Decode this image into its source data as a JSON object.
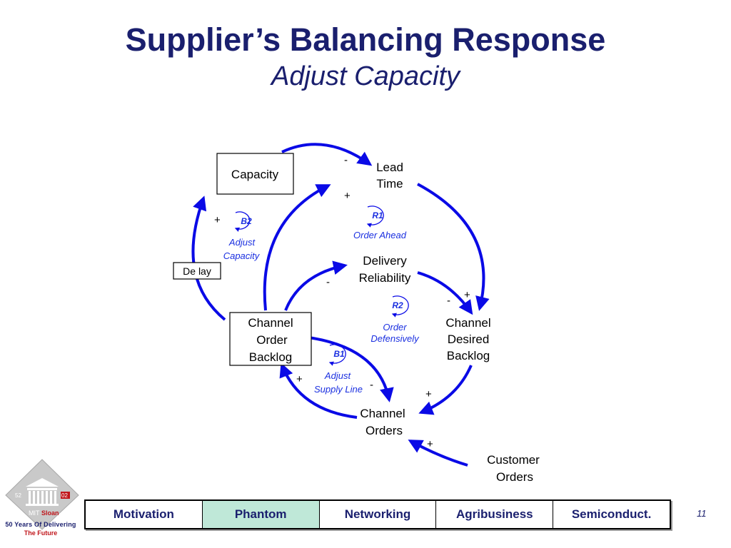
{
  "slide": {
    "title": "Supplier’s Balancing Response",
    "subtitle": "Adjust Capacity",
    "page_number": "11"
  },
  "diagram": {
    "nodes": {
      "capacity": "Capacity",
      "lead_time": [
        "Lead",
        "Time"
      ],
      "delivery_reliability": [
        "Delivery",
        "Reliability"
      ],
      "channel_desired_backlog": [
        "Channel",
        "Desired",
        "Backlog"
      ],
      "channel_order_backlog": [
        "Channel",
        "Order",
        "Backlog"
      ],
      "channel_orders": [
        "Channel",
        "Orders"
      ],
      "customer_orders": [
        "Customer",
        "Orders"
      ],
      "delay": "De lay"
    },
    "loops": {
      "b2": {
        "id": "B2",
        "label": [
          "Adjust",
          "Capacity"
        ]
      },
      "r1": {
        "id": "R1",
        "label": [
          "Order Ahead"
        ]
      },
      "r2": {
        "id": "R2",
        "label": [
          "Order",
          "Defensively"
        ]
      },
      "b1": {
        "id": "B1",
        "label": [
          "Adjust",
          "Supply Line"
        ]
      }
    },
    "signs": {
      "capacity_to_leadtime": "-",
      "leadtime_plus": "+",
      "b2_plus": "+",
      "backlog_to_reliability": "-",
      "desired_minus": "-",
      "desired_plus": "+",
      "orders_to_backlog": "+",
      "backlog_to_orders": "-",
      "desired_to_orders": "+",
      "customer_plus": "+"
    },
    "colors": {
      "arrow": "#0a0ae6",
      "title": "#1a1f6e",
      "loop": "#1a2fe0"
    }
  },
  "nav": {
    "items": [
      "Motivation",
      "Phantom",
      "Networking",
      "Agribusiness",
      "Semiconduct."
    ],
    "active": "Phantom"
  },
  "logo": {
    "left_number": "52",
    "right_number": "02",
    "mit": "MIT",
    "sloan": "Sloan",
    "line1": "50 Years Of Delivering",
    "line2": "The Future"
  }
}
